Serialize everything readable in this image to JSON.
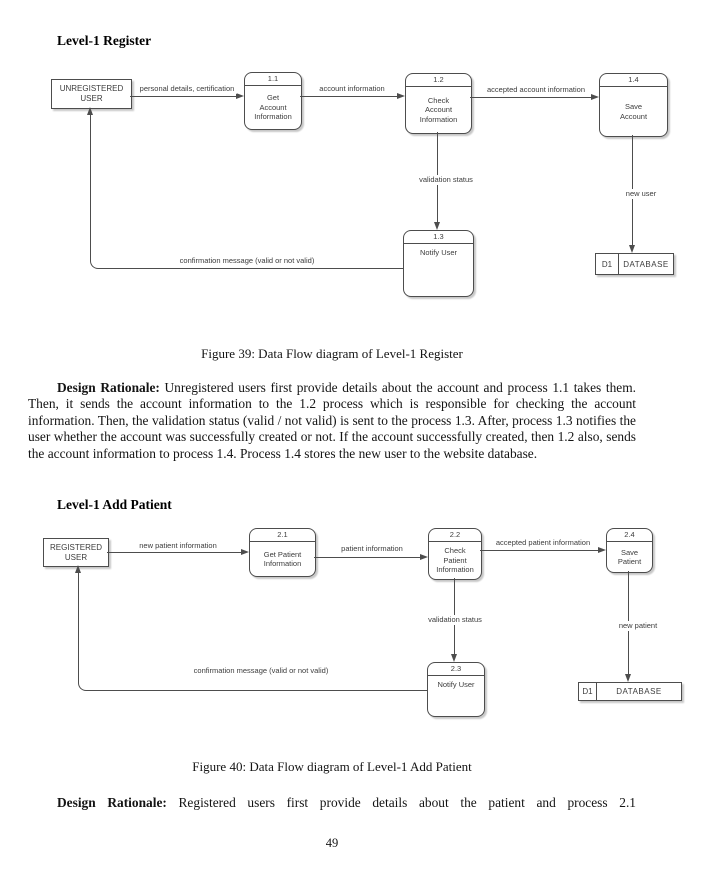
{
  "texts": {
    "heading1": "Level-1 Register",
    "caption1": "Figure 39: Data Flow diagram of Level-1 Register",
    "rationale1_label": "Design Rationale:",
    "rationale1_body": "Unregistered users first provide details about the account and process 1.1 takes them. Then, it sends the account information to the 1.2 process which is responsible for checking the account information. Then, the validation status (valid / not valid) is sent to the process 1.3. After, process 1.3 notifies the user whether the account was successfully created or not. If the account successfully created, then 1.2 also, sends the account information to process 1.4. Process 1.4 stores the new user to the website database.",
    "heading2": "Level-1 Add Patient",
    "caption2": "Figure 40: Data Flow diagram of Level-1 Add Patient",
    "rationale2_label": "Design Rationale:",
    "rationale2_body": "Registered users first provide details about the patient and process 2.1",
    "page_number": "49"
  },
  "register_diagram": {
    "entity": "UNREGISTERED\nUSER",
    "processes": {
      "p11": {
        "id": "1.1",
        "label": "Get\nAccount\nInformation"
      },
      "p12": {
        "id": "1.2",
        "label": "Check\nAccount\nInformation"
      },
      "p13": {
        "id": "1.3",
        "label": "Notify User"
      },
      "p14": {
        "id": "1.4",
        "label": "Save\nAccount"
      }
    },
    "datastore": {
      "id": "D1",
      "label": "DATABASE"
    },
    "flows": {
      "personal_details": "personal details, certification",
      "account_info": "account information",
      "accepted_account_info": "accepted account information",
      "validation_status": "validation status",
      "new_user": "new user",
      "confirmation": "confirmation  message (valid or not valid)"
    }
  },
  "addpatient_diagram": {
    "entity": "REGISTERED\nUSER",
    "processes": {
      "p21": {
        "id": "2.1",
        "label": "Get Patient\nInformation"
      },
      "p22": {
        "id": "2.2",
        "label": "Check\nPatient\nInformation"
      },
      "p23": {
        "id": "2.3",
        "label": "Notify User"
      },
      "p24": {
        "id": "2.4",
        "label": "Save\nPatient"
      }
    },
    "datastore": {
      "id": "D1",
      "label": "DATABASE"
    },
    "flows": {
      "new_patient_info": "new patient information",
      "patient_info": "patient information",
      "accepted_patient_info": "accepted patient information",
      "validation_status": "validation status",
      "new_patient": "new patient",
      "confirmation": "confirmation message (valid or  not valid)"
    }
  }
}
